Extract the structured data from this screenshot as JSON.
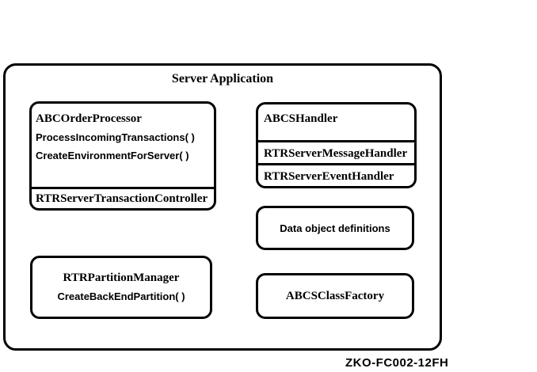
{
  "diagram": {
    "title": "Server Application",
    "caption": "ZKO-FC002-12FH",
    "colors": {
      "stroke": "#000000",
      "background": "#ffffff"
    },
    "boxes": {
      "order_processor": {
        "class_name": "ABCOrderProcessor",
        "methods": [
          "ProcessIncomingTransactions( )",
          "CreateEnvironmentForServer( )"
        ],
        "base_class": "RTRServerTransactionController"
      },
      "handler": {
        "class_name": "ABCSHandler",
        "base_classes": [
          "RTRServerMessageHandler",
          "RTRServerEventHandler"
        ]
      },
      "data_object_definitions": {
        "label": "Data object definitions"
      },
      "partition_manager": {
        "class_name": "RTRPartitionManager",
        "method": "CreateBackEndPartition( )"
      },
      "class_factory": {
        "label": "ABCSClassFactory"
      }
    }
  }
}
